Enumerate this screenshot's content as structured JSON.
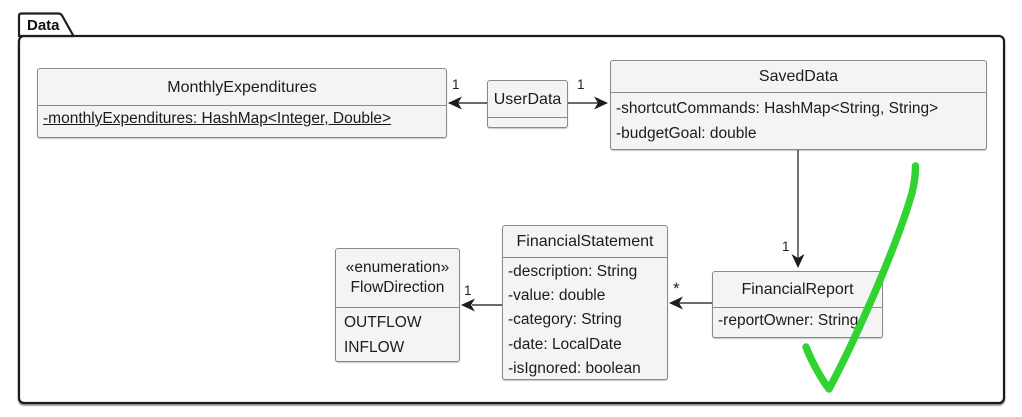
{
  "package": {
    "label": "Data"
  },
  "classes": {
    "monthlyExpenditures": {
      "name": "MonthlyExpenditures",
      "attributes": [
        "-monthlyExpenditures: HashMap<Integer, Double>"
      ]
    },
    "userData": {
      "name": "UserData",
      "attributes": []
    },
    "savedData": {
      "name": "SavedData",
      "attributes": [
        "-shortcutCommands: HashMap<String, String>",
        "-budgetGoal: double"
      ]
    },
    "financialStatement": {
      "name": "FinancialStatement",
      "attributes": [
        "-description: String",
        "-value: double",
        "-category: String",
        "-date: LocalDate",
        "-isIgnored: boolean"
      ]
    },
    "flowDirection": {
      "stereotype": "«enumeration»",
      "name": "FlowDirection",
      "literals": [
        "OUTFLOW",
        "INFLOW"
      ]
    },
    "financialReport": {
      "name": "FinancialReport",
      "attributes": [
        "-reportOwner: String"
      ]
    }
  },
  "relations": {
    "userdata_to_monthly": {
      "multiplicity": "1"
    },
    "userdata_to_saved": {
      "multiplicity": "1"
    },
    "saved_to_report": {
      "multiplicity": "1"
    },
    "report_to_statement": {
      "multiplicity": "*"
    },
    "statement_to_flow": {
      "multiplicity": "1"
    }
  },
  "colors": {
    "annotation_green": "#31d331",
    "box_fill": "#f4f4f4",
    "box_border": "#8a8a8a",
    "package_border": "#1f1f1f",
    "connector": "#3a3a3a"
  }
}
